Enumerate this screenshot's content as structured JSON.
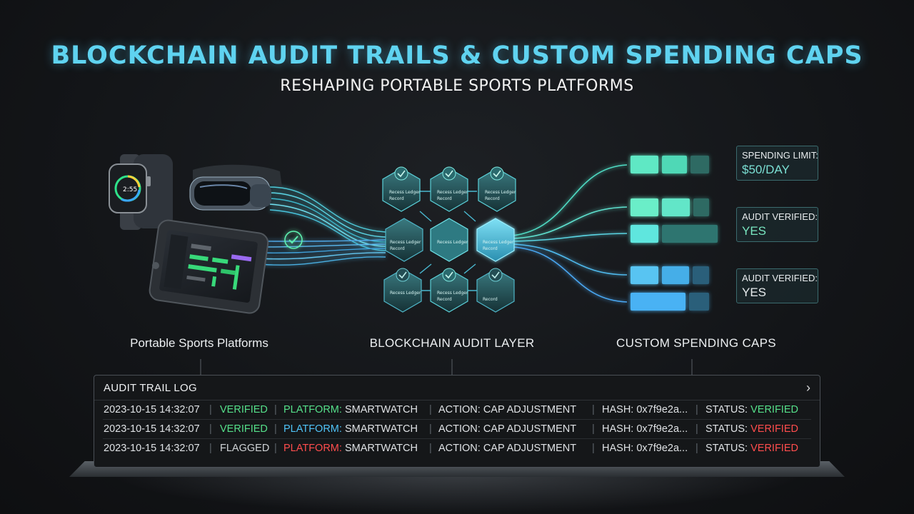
{
  "title": "BLOCKCHAIN AUDIT TRAILS & CUSTOM SPENDING CAPS",
  "subtitle": "RESHAPING PORTABLE SPORTS PLATFORMS",
  "sections": {
    "platforms": "Portable Sports Platforms",
    "audit_layer": "BLOCKCHAIN AUDIT LAYER",
    "spending_caps": "CUSTOM SPENDING CAPS"
  },
  "info_boxes": [
    {
      "label": "SPENDING LIMIT:",
      "value": "$50/DAY"
    },
    {
      "label": "AUDIT VERIFIED:",
      "value": "YES"
    },
    {
      "label": "AUDIT VERIFIED:",
      "value": "YES"
    }
  ],
  "block_labels": {
    "ledger": "Recess Ledger",
    "record": "Record"
  },
  "smartwatch_readout": "2:55",
  "log": {
    "title": "AUDIT TRAIL LOG",
    "rows": [
      {
        "timestamp": "2023-10-15 14:32:07",
        "state": "VERIFIED",
        "platform_key": "PLATFORM:",
        "platform_value": "SMARTWATCH",
        "action": "ACTION: CAP ADJUSTMENT",
        "hash": "HASH: 0x7f9e2a...",
        "status_key": "STATUS:",
        "status_value": "VERIFIED"
      },
      {
        "timestamp": "2023-10-15 14:32:07",
        "state": "VERIFIED",
        "platform_key": "PLATFORM:",
        "platform_value": "SMARTWATCH",
        "action": "ACTION: CAP ADJUSTMENT",
        "hash": "HASH: 0x7f9e2a...",
        "status_key": "STATUS:",
        "status_value": "VERIFIED"
      },
      {
        "timestamp": "2023-10-15 14:32:07",
        "state": "FLAGGED",
        "platform_key": "PLATFORM:",
        "platform_value": "SMARTWATCH",
        "action": "ACTION: CAP ADJUSTMENT",
        "hash": "HASH: 0x7f9e2a...",
        "status_key": "STATUS:",
        "status_value": "VERIFIED"
      }
    ]
  },
  "colors": {
    "title": "#5fd3f0",
    "verified_green": "#55e08a",
    "flagged_gray": "#cfd3d6",
    "platform_green": "#55e08a",
    "platform_cyan": "#4fc3f7",
    "platform_red": "#ff4d4d",
    "status_green": "#55e08a",
    "status_red": "#ff4d4d"
  },
  "row_colors": [
    {
      "state": "#55e08a",
      "platform": "#55e08a",
      "status": "#55e08a"
    },
    {
      "state": "#55e08a",
      "platform": "#4fc3f7",
      "status": "#ff4d4d"
    },
    {
      "state": "#cfd3d6",
      "platform": "#ff4d4d",
      "status": "#ff4d4d"
    }
  ],
  "icons": [
    "smartwatch-icon",
    "vr-headset-icon",
    "rugged-tablet-icon",
    "check-circle-icon",
    "hexagon-block-icon",
    "chevron-right-icon"
  ]
}
